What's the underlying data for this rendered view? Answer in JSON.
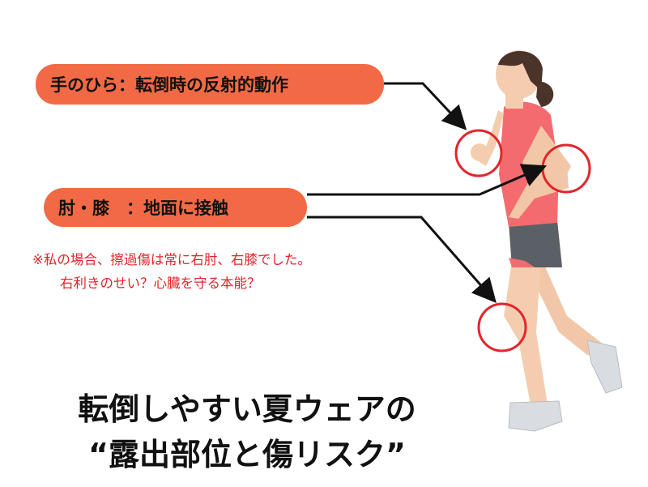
{
  "labels": {
    "palm": "手のひら：転倒時の反射的動作",
    "elbow_knee": "肘・膝　：地面に接触"
  },
  "note": {
    "line1": "※私の場合、擦過傷は常に右肘、右膝でした。",
    "line2": "右利きのせい？心臓を守る本能？"
  },
  "title": {
    "line1": "転倒しやすい夏ウェアの",
    "line2": "“露出部位と傷リスク”"
  },
  "colors": {
    "pill": "#f26a45",
    "circle": "#e3242b",
    "note": "#e1242a",
    "shirt": "#f46b6f",
    "shorts": "#5b5f66"
  }
}
